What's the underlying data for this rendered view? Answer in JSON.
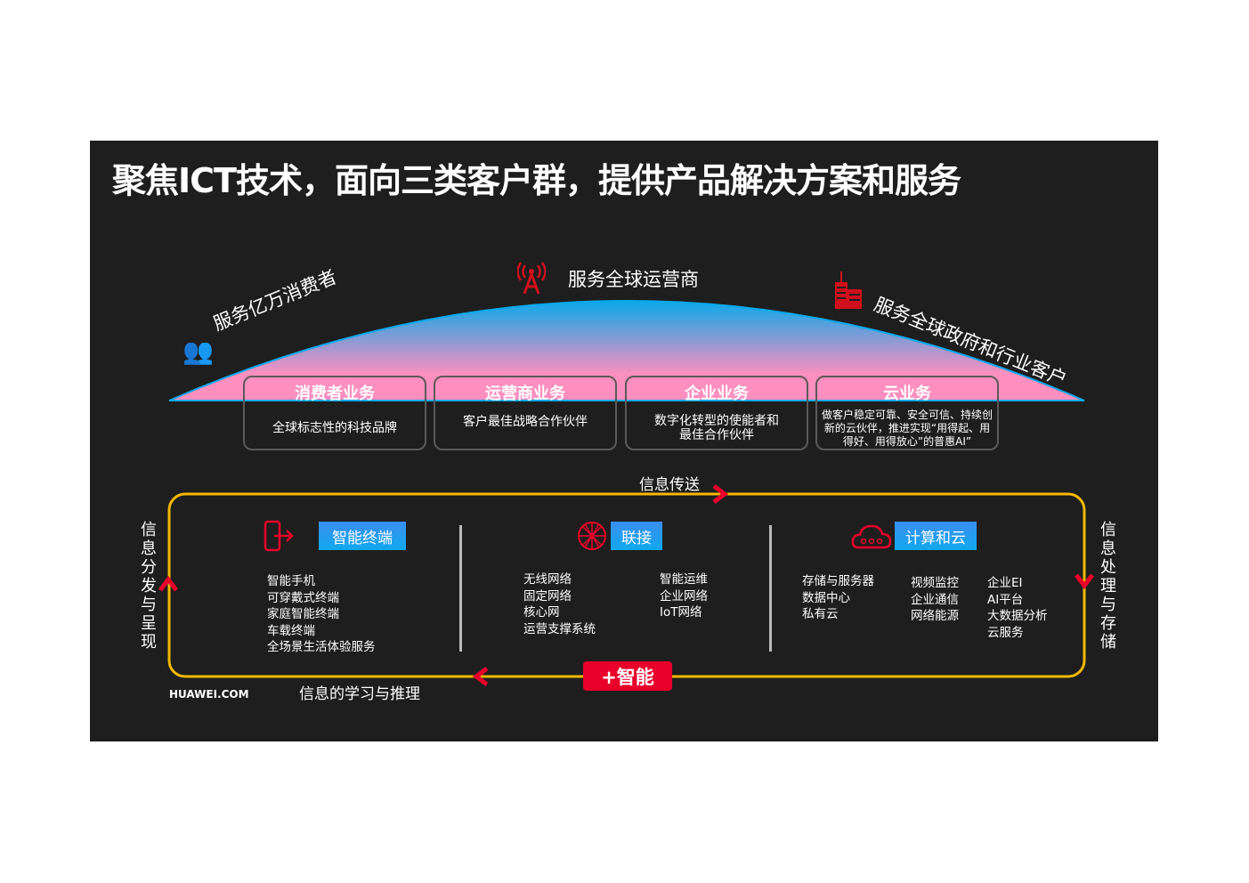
{
  "title": "聚焦ICT技术，面向三类客户群，提供产品解决方案和服务",
  "arc_labels": {
    "consumers": "服务亿万消费者",
    "carriers": "服务全球运营商",
    "enterprise": "服务全球政府和行业客户"
  },
  "cards": [
    {
      "title": "消费者业务",
      "desc": "全球标志性的科技品牌"
    },
    {
      "title": "运营商业务",
      "desc": "客户最佳战略合作伙伴"
    },
    {
      "title": "企业业务",
      "desc": "数字化转型的使能者和最佳合作伙伴"
    },
    {
      "title": "云业务",
      "desc": "做客户稳定可靠、安全可信、持续创新的云伙伴，推进实现“用得起、用得好、用得放心”的普惠AI”"
    }
  ],
  "loop": {
    "top": "信息传送",
    "bottom": "信息的学习与推理",
    "left": "信息分发与呈现",
    "right": "信息处理与存储",
    "center_badge": "+智能"
  },
  "sections": [
    {
      "tag": "智能终端",
      "icon": "phone-icon",
      "cols": [
        [
          "智能手机",
          "可穿戴式终端",
          "家庭智能终端",
          "车载终端",
          "全场景生活体验服务"
        ]
      ]
    },
    {
      "tag": "联接",
      "icon": "network-icon",
      "cols": [
        [
          "无线网络",
          "固定网络",
          "核心网",
          "运营支撑系统"
        ],
        [
          "智能运维",
          "企业网络",
          "IoT网络"
        ]
      ]
    },
    {
      "tag": "计算和云",
      "icon": "cloud-icon",
      "cols": [
        [
          "存储与服务器",
          "数据中心",
          "私有云"
        ],
        [
          "视频监控",
          "企业通信",
          "网络能源"
        ],
        [
          "企业EI",
          "AI平台",
          "大数据分析",
          "云服务"
        ]
      ]
    }
  ],
  "footer": "HUAWEI.COM",
  "colors": {
    "accent_red": "#e8002a",
    "loop_yellow": "#f5b800",
    "tag_blue": "#1a9cf0",
    "arc_pink": "#ff8fbf",
    "arc_blue": "#0aa8ea"
  }
}
